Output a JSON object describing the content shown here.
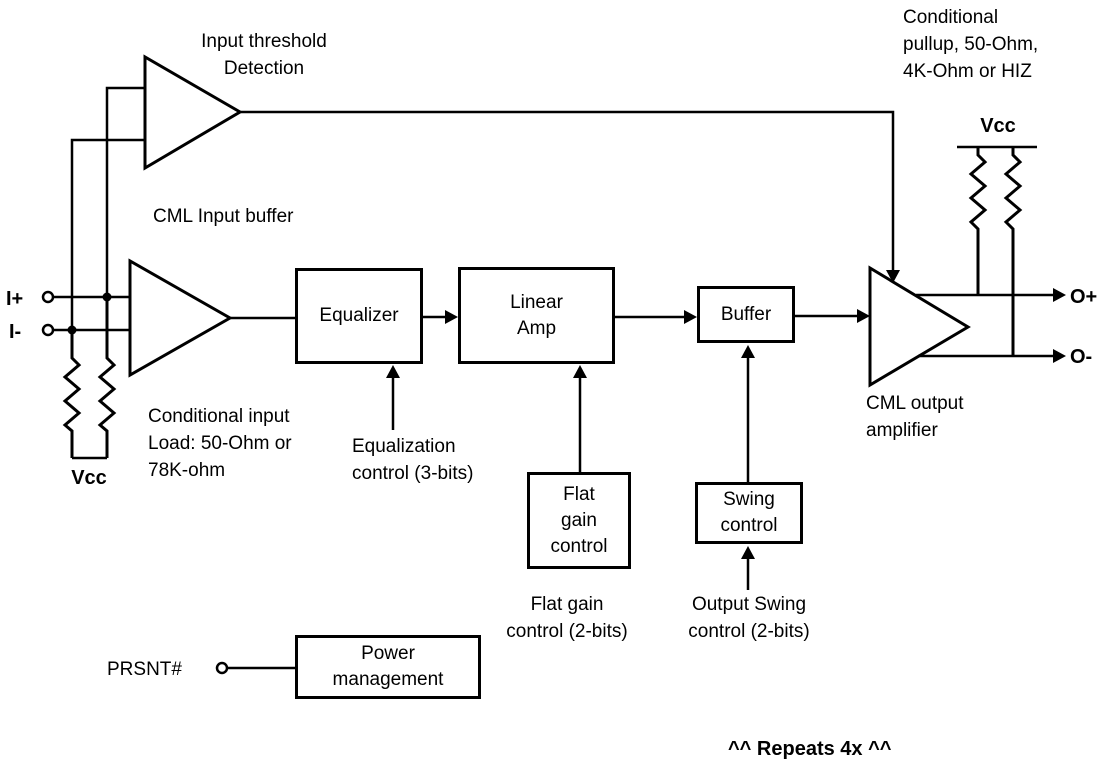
{
  "ports": {
    "i_plus": "I+",
    "i_minus": "I-",
    "o_plus": "O+",
    "o_minus": "O-",
    "prsnt": "PRSNT#"
  },
  "blocks": {
    "equalizer": "Equalizer",
    "linear_amp": "Linear\nAmp",
    "buffer": "Buffer",
    "flat_gain": "Flat\ngain\ncontrol",
    "swing": "Swing\ncontrol",
    "power_management": "Power\nmanagement"
  },
  "annotations": {
    "input_threshold": "Input threshold\nDetection",
    "cml_input_buffer": "CML Input buffer",
    "conditional_input_load": "Conditional input\nLoad: 50-Ohm or\n78K-ohm",
    "vcc_input_load": "Vcc",
    "equalization_control": "Equalization\ncontrol (3-bits)",
    "flat_gain_caption": "Flat gain\ncontrol (2-bits)",
    "output_swing_caption": "Output Swing\ncontrol (2-bits)",
    "conditional_pullup": "Conditional\npullup, 50-Ohm,\n4K-Ohm or HIZ",
    "vcc_pullup": "Vcc",
    "cml_output_amplifier": "CML output\namplifier",
    "repeats": "^^ Repeats 4x ^^"
  },
  "colors": {
    "line": "#000000",
    "background": "#ffffff"
  }
}
